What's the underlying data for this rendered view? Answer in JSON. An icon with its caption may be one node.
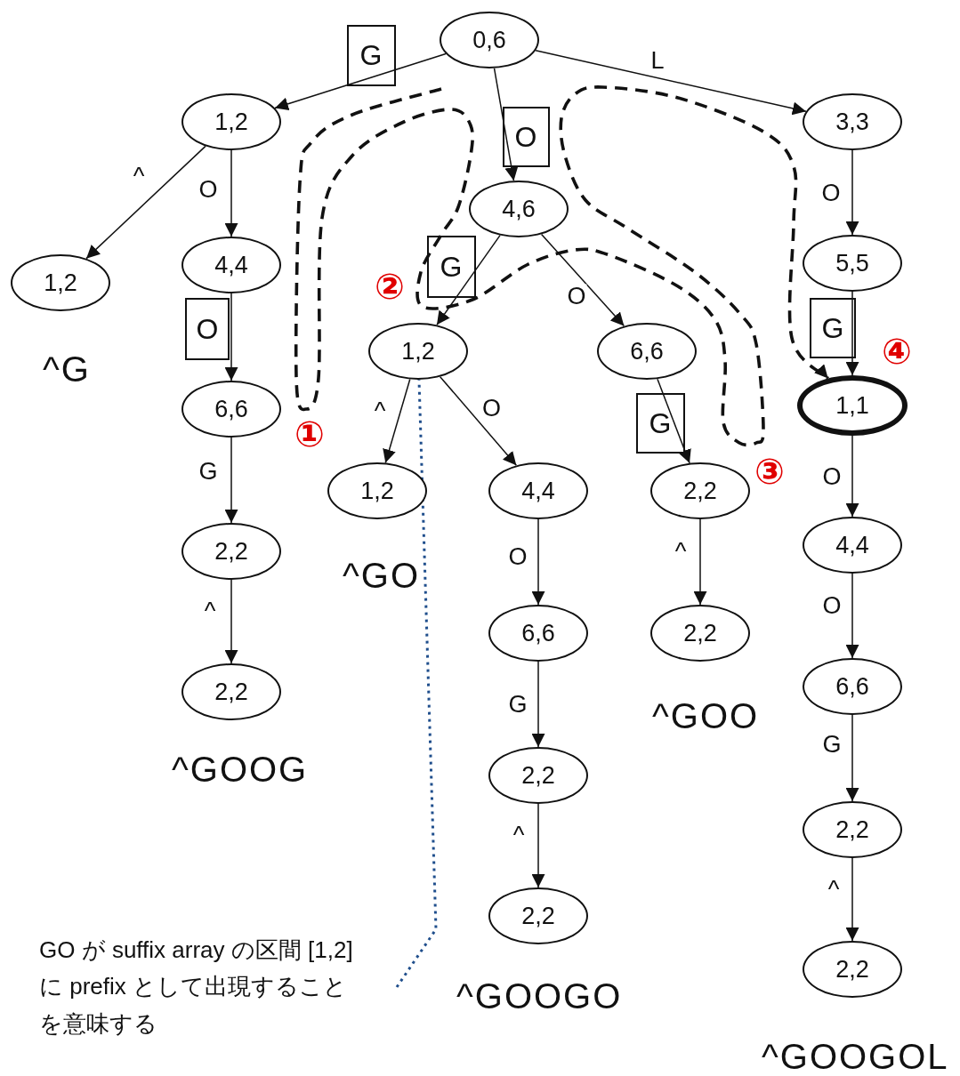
{
  "diagram": {
    "nodes": [
      {
        "text": [
          "0,6"
        ]
      },
      {
        "text": [
          "1,2"
        ]
      },
      {
        "text": [
          "3,3"
        ]
      },
      {
        "text": [
          "1,2"
        ],
        "beside": [
          "^G"
        ]
      },
      {
        "text": [
          "4,4"
        ]
      },
      {
        "text": [
          "4,6"
        ]
      },
      {
        "text": [
          "5,5"
        ]
      },
      {
        "text": [
          "1,2"
        ]
      },
      {
        "text": [
          "6,6"
        ]
      },
      {
        "text": [
          "6,6"
        ]
      },
      {
        "text": [
          "1,1"
        ]
      },
      {
        "text": [
          "1,2"
        ],
        "beside": [
          "^GO"
        ]
      },
      {
        "text": [
          "4,4"
        ]
      },
      {
        "text": [
          "2,2"
        ]
      },
      {
        "text": [
          "2,2"
        ]
      },
      {
        "text": [
          "4,4"
        ]
      },
      {
        "text": [
          "6,6"
        ]
      },
      {
        "text": [
          "2,2"
        ],
        "beside": [
          "^GOO"
        ]
      },
      {
        "text": [
          "2,2"
        ],
        "beside": [
          "^GOOG"
        ]
      },
      {
        "text": [
          "6,6"
        ]
      },
      {
        "text": [
          "2,2"
        ]
      },
      {
        "text": [
          "2,2"
        ]
      },
      {
        "text": [
          "2,2"
        ],
        "beside": [
          "^GOOGO"
        ]
      },
      {
        "text": [
          "2,2"
        ],
        "beside": [
          "^GOOGOL"
        ]
      },
      {
        "text": [
          "GO が suffix array の区間 [1,2] に prefix として出現することを意味する"
        ]
      }
    ],
    "edges": [
      {
        "from": 0,
        "to": 1,
        "arrow": "to",
        "label": "G"
      },
      {
        "from": 0,
        "to": 5,
        "arrow": "to",
        "label": "O"
      },
      {
        "from": 0,
        "to": 2,
        "arrow": "to",
        "label": "L"
      },
      {
        "from": 1,
        "to": 3,
        "arrow": "to",
        "label": "^"
      },
      {
        "from": 1,
        "to": 4,
        "arrow": "to",
        "label": "O"
      },
      {
        "from": 4,
        "to": 9,
        "arrow": "to",
        "label": "O"
      },
      {
        "from": 9,
        "to": 14,
        "arrow": "to",
        "label": "G"
      },
      {
        "from": 14,
        "to": 18,
        "arrow": "to",
        "label": "^"
      },
      {
        "from": 5,
        "to": 7,
        "arrow": "to",
        "label": "G"
      },
      {
        "from": 5,
        "to": 8,
        "arrow": "to",
        "label": "O"
      },
      {
        "from": 7,
        "to": 11,
        "arrow": "to",
        "label": "^"
      },
      {
        "from": 7,
        "to": 12,
        "arrow": "to",
        "label": "O"
      },
      {
        "from": 12,
        "to": 16,
        "arrow": "to",
        "label": "O"
      },
      {
        "from": 16,
        "to": 20,
        "arrow": "to",
        "label": "G"
      },
      {
        "from": 20,
        "to": 22,
        "arrow": "to",
        "label": "^"
      },
      {
        "from": 8,
        "to": 13,
        "arrow": "to",
        "label": "G"
      },
      {
        "from": 13,
        "to": 17,
        "arrow": "to",
        "label": "^"
      },
      {
        "from": 2,
        "to": 6,
        "arrow": "to",
        "label": "O"
      },
      {
        "from": 6,
        "to": 10,
        "arrow": "to",
        "label": "G"
      },
      {
        "from": 10,
        "to": 15,
        "arrow": "to",
        "label": "O"
      },
      {
        "from": 15,
        "to": 19,
        "arrow": "to",
        "label": "O"
      },
      {
        "from": 19,
        "to": 21,
        "arrow": "to",
        "label": "G"
      },
      {
        "from": 21,
        "to": 23,
        "arrow": "to",
        "label": "^"
      },
      {
        "from": null,
        "to": 10,
        "arrow": "to",
        "style": "dashed"
      },
      {
        "from": 24,
        "to": 7,
        "arrow": "none",
        "style": "dashed",
        "color": "#1f4e8c"
      }
    ],
    "labels": [
      "①",
      "②",
      "③",
      "④"
    ]
  }
}
